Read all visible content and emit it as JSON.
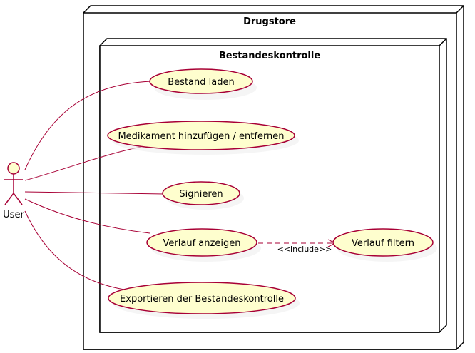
{
  "diagram": {
    "outer_node": {
      "title": "Drugstore"
    },
    "inner_node": {
      "title": "Bestandeskontrolle"
    },
    "actor": {
      "label": "User"
    },
    "use_cases": [
      {
        "id": "uc1",
        "label": "Bestand laden"
      },
      {
        "id": "uc2",
        "label": "Medikament hinzufügen / entfernen"
      },
      {
        "id": "uc3",
        "label": "Signieren"
      },
      {
        "id": "uc4",
        "label": "Verlauf anzeigen"
      },
      {
        "id": "uc5",
        "label": "Verlauf filtern"
      },
      {
        "id": "uc6",
        "label": "Exportieren der Bestandeskontrolle"
      }
    ],
    "include_label": "<<include>>"
  }
}
